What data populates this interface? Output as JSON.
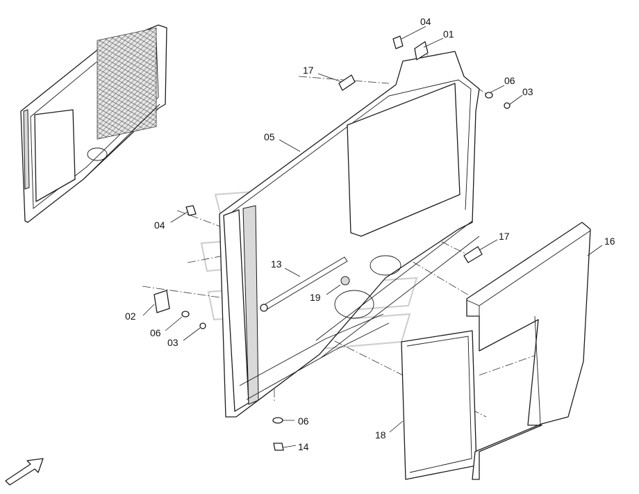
{
  "callouts": [
    {
      "id": "c04a",
      "text": "04"
    },
    {
      "id": "c01",
      "text": "01"
    },
    {
      "id": "c17a",
      "text": "17"
    },
    {
      "id": "c06a",
      "text": "06"
    },
    {
      "id": "c03a",
      "text": "03"
    },
    {
      "id": "c05",
      "text": "05"
    },
    {
      "id": "c04b",
      "text": "04"
    },
    {
      "id": "c17b",
      "text": "17"
    },
    {
      "id": "c16",
      "text": "16"
    },
    {
      "id": "c13",
      "text": "13"
    },
    {
      "id": "c19",
      "text": "19"
    },
    {
      "id": "c02",
      "text": "02"
    },
    {
      "id": "c06b",
      "text": "06"
    },
    {
      "id": "c03b",
      "text": "03"
    },
    {
      "id": "c06c",
      "text": "06"
    },
    {
      "id": "c18",
      "text": "18"
    },
    {
      "id": "c14",
      "text": "14"
    }
  ],
  "icons": {
    "direction_arrow": "arrow-down-left-icon"
  }
}
